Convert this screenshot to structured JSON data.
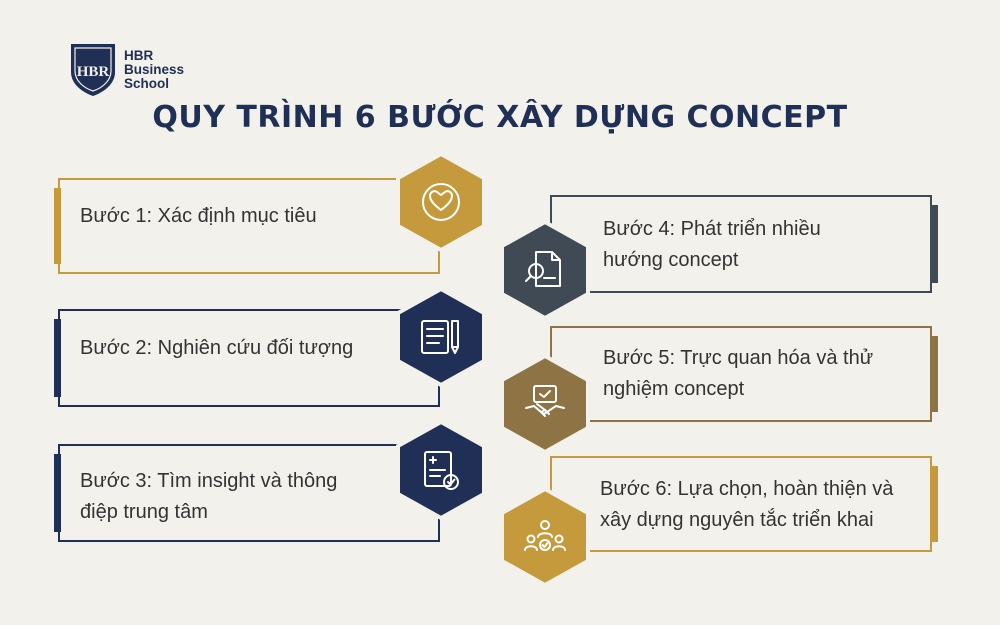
{
  "brand": {
    "monogram": "HBR",
    "name_lines": [
      "HBR",
      "Business",
      "School"
    ]
  },
  "title": "QUY TRÌNH 6 BƯỚC XÂY DỰNG CONCEPT",
  "colors": {
    "gold": "#c49a3c",
    "navy": "#1f2f55",
    "slate": "#3f4a55",
    "tan": "#8e7445",
    "background": "#f3f1ec"
  },
  "steps": [
    {
      "text": "Bước 1: Xác định mục tiêu",
      "icon": "heart-handshake-icon",
      "color": "#c49a3c"
    },
    {
      "text": "Bước 2: Nghiên cứu đối tượng",
      "icon": "document-pen-icon",
      "color": "#1f2f55"
    },
    {
      "text": "Bước 3: Tìm insight và thông điệp trung tâm",
      "icon": "report-check-icon",
      "color": "#1f2f55"
    },
    {
      "text": "Bước 4: Phát triển nhiều hướng concept",
      "icon": "document-search-icon",
      "color": "#3f4a55"
    },
    {
      "text": "Bước 5: Trực quan hóa và thử nghiệm concept",
      "icon": "handshake-icon",
      "color": "#8e7445"
    },
    {
      "text": "Bước 6: Lựa chọn, hoàn thiện và xây dựng nguyên tắc triển khai",
      "icon": "team-select-icon",
      "color": "#c49a3c"
    }
  ]
}
